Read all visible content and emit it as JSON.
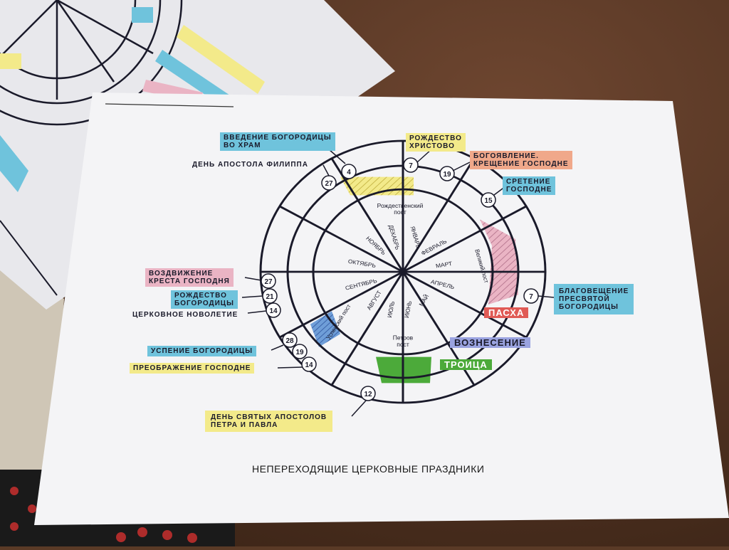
{
  "colors": {
    "table": "#5a3a26",
    "paper": "#f4f4f6",
    "ink": "#1a1a2a",
    "yellow": "#f3ea8a",
    "blue": "#6fc3dc",
    "pink": "#eab4c4",
    "orange": "#f0a88a",
    "green": "#4caa3a",
    "red": "#e05a55",
    "lilac": "#9aa3e0"
  },
  "caption": "НЕПЕРЕХОДЯЩИЕ ЦЕРКОВНЫЕ ПРАЗДНИКИ",
  "feasts": {
    "vvedenie": "ВВЕДЕНИЕ БОГОРОДИЦЫ\nВО ХРАМ",
    "filipp": "ДЕНЬ АПОСТОЛА ФИЛИППА",
    "rozhdestvo": "РОЖДЕСТВО\nХРИСТОВО",
    "bogoyavlenie": "БОГОЯВЛЕНИЕ.\nКРЕЩЕНИЕ ГОСПОДНЕ",
    "sretenie": "СРЕТЕНИЕ\nГОСПОДНЕ",
    "blagoveshchenie": "БЛАГОВЕЩЕНИЕ\nПРЕСВЯТОЙ\nБОГОРОДИЦЫ",
    "pascha": "ПАСХА",
    "voznesenie": "ВОЗНЕСЕНИЕ",
    "troitsa": "ТРОИЦА",
    "vozdvizhenie": "ВОЗДВИЖЕНИЕ\nКРЕСТА ГОСПОДНЯ",
    "rozhdestvo_bogoroditsy": "РОЖДЕСТВО\nБОГОРОДИЦЫ",
    "novoletie": "ЦЕРКОВНОЕ НОВОЛЕТИЕ",
    "uspenie": "УСПЕНИЕ БОГОРОДИЦЫ",
    "preobrazhenie": "ПРЕОБРАЖЕНИЕ ГОСПОДНЕ",
    "petr_pavel": "ДЕНЬ СВЯТЫХ АПОСТОЛОВ\nПЕТРА И ПАВЛА"
  },
  "dates": {
    "vvedenie": "4",
    "filipp": "27",
    "rozhdestvo": "7",
    "bogoyavlenie": "19",
    "sretenie": "15",
    "blagoveshchenie": "7",
    "vozdvizhenie": "27",
    "rozhdestvo_bogoroditsy": "21",
    "novoletie": "14",
    "uspenie": "28",
    "preobrazhenie": "19",
    "medovy": "14",
    "petr_pavel": "12"
  },
  "months": {
    "jan": "ЯНВАРЬ",
    "feb": "ФЕВРАЛЬ",
    "mar": "МАРТ",
    "apr": "АПРЕЛЬ",
    "may": "МАЙ",
    "jun": "ИЮНЬ",
    "jul": "ИЮЛЬ",
    "aug": "АВГУСТ",
    "sep": "СЕНТЯБРЬ",
    "oct": "ОКТЯБРЬ",
    "nov": "НОЯБРЬ",
    "dec": "ДЕКАБРЬ"
  },
  "fasts": {
    "rozhdestvensky_1": "Рождественский",
    "rozhdestvensky_2": "пост",
    "veliky": "Великий пост",
    "petrov_1": "Петров",
    "petrov_2": "пост",
    "uspensky": "Успенский пост"
  }
}
